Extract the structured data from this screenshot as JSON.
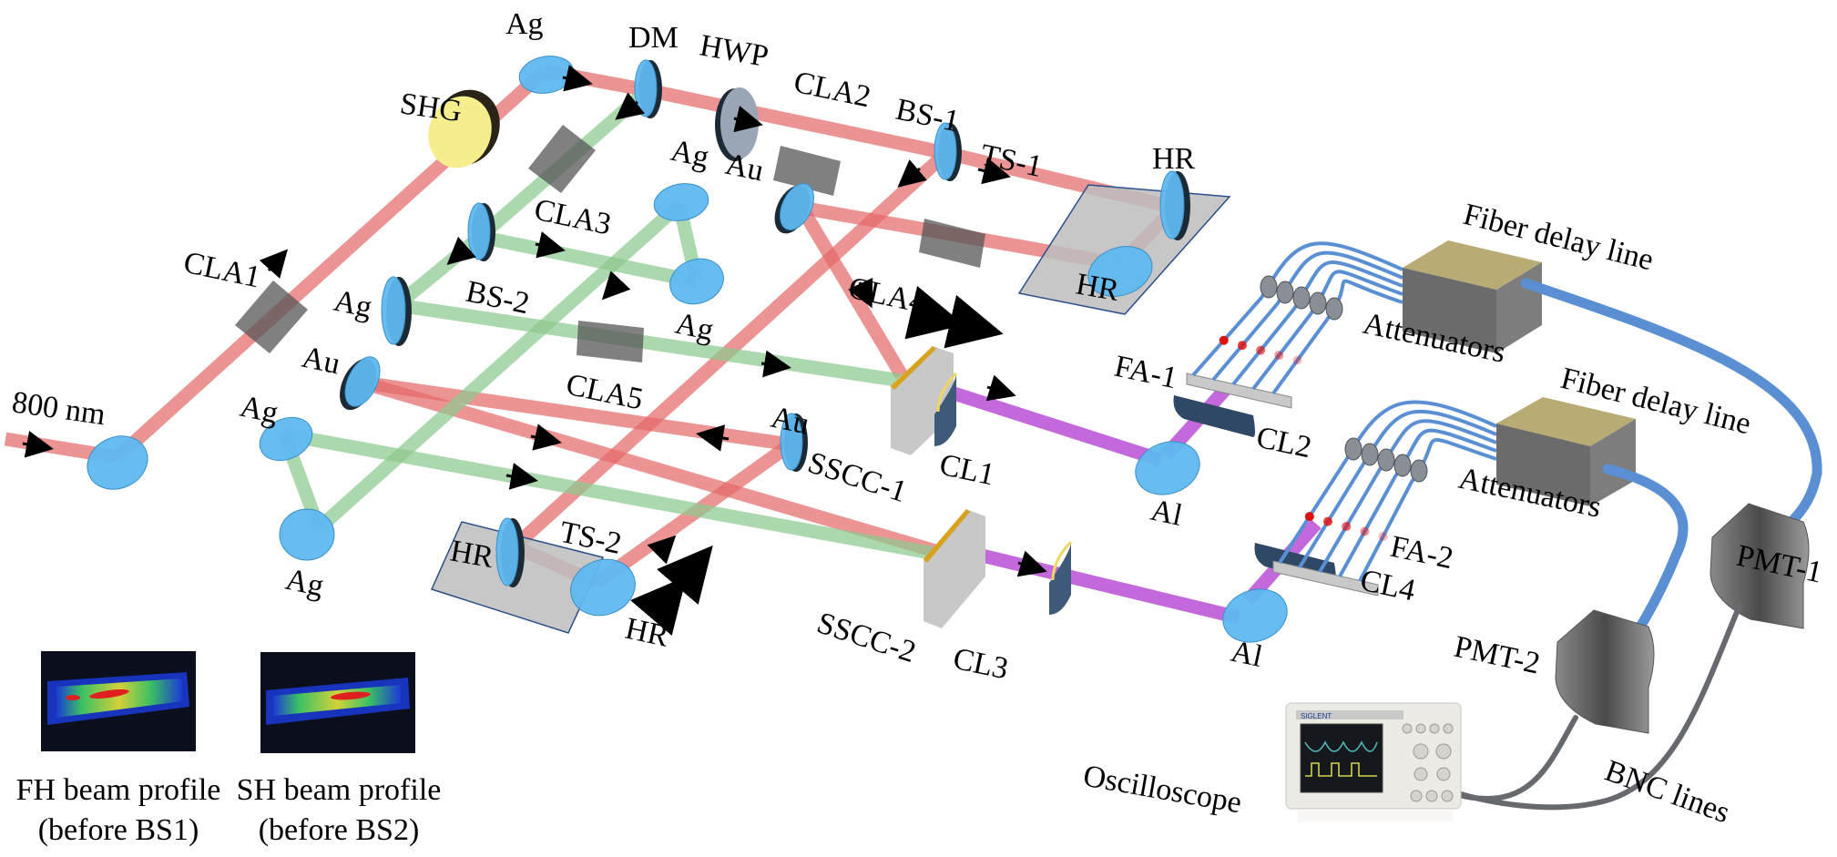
{
  "diagram": {
    "title": "Optical setup: FH/SH beam lines to fiber delay lines, PMTs and oscilloscope",
    "source": {
      "label": "800 nm"
    },
    "components": {
      "shg": "SHG",
      "cla1": "CLA1",
      "cla2": "CLA2",
      "cla3": "CLA3",
      "cla4": "CLA4",
      "cla5": "CLA5",
      "dm": "DM",
      "hwp": "HWP",
      "bs1": "BS-1",
      "bs2": "BS-2",
      "ts1": "TS-1",
      "ts2": "TS-2",
      "hr": "HR",
      "ag": "Ag",
      "au": "Au",
      "al": "Al",
      "sscc1": "SSCC-1",
      "sscc2": "SSCC-2",
      "cl1": "CL1",
      "cl2": "CL2",
      "cl3": "CL3",
      "cl4": "CL4",
      "fa1": "FA-1",
      "fa2": "FA-2",
      "attenuators": "Attenuators",
      "fiber_delay_line": "Fiber delay line",
      "pmt1": "PMT-1",
      "pmt2": "PMT-2",
      "oscilloscope": "Oscilloscope",
      "bnc_lines": "BNC lines",
      "scope_brand": "SIGLENT"
    },
    "beam_profiles": [
      {
        "line1": "FH beam profile",
        "line2": "(before BS1)"
      },
      {
        "line1": "SH beam profile",
        "line2": "(before BS2)"
      }
    ],
    "colors": {
      "fundamental_beam": "#e46a6a",
      "second_harmonic_beam": "#8cc98f",
      "combined_beam": "#b84fd6",
      "mirror": "#5fb8ef",
      "fiber": "#5b8fd4",
      "delay_box_top": "#b9ab74",
      "delay_box_side": "#6b6b6b"
    }
  }
}
